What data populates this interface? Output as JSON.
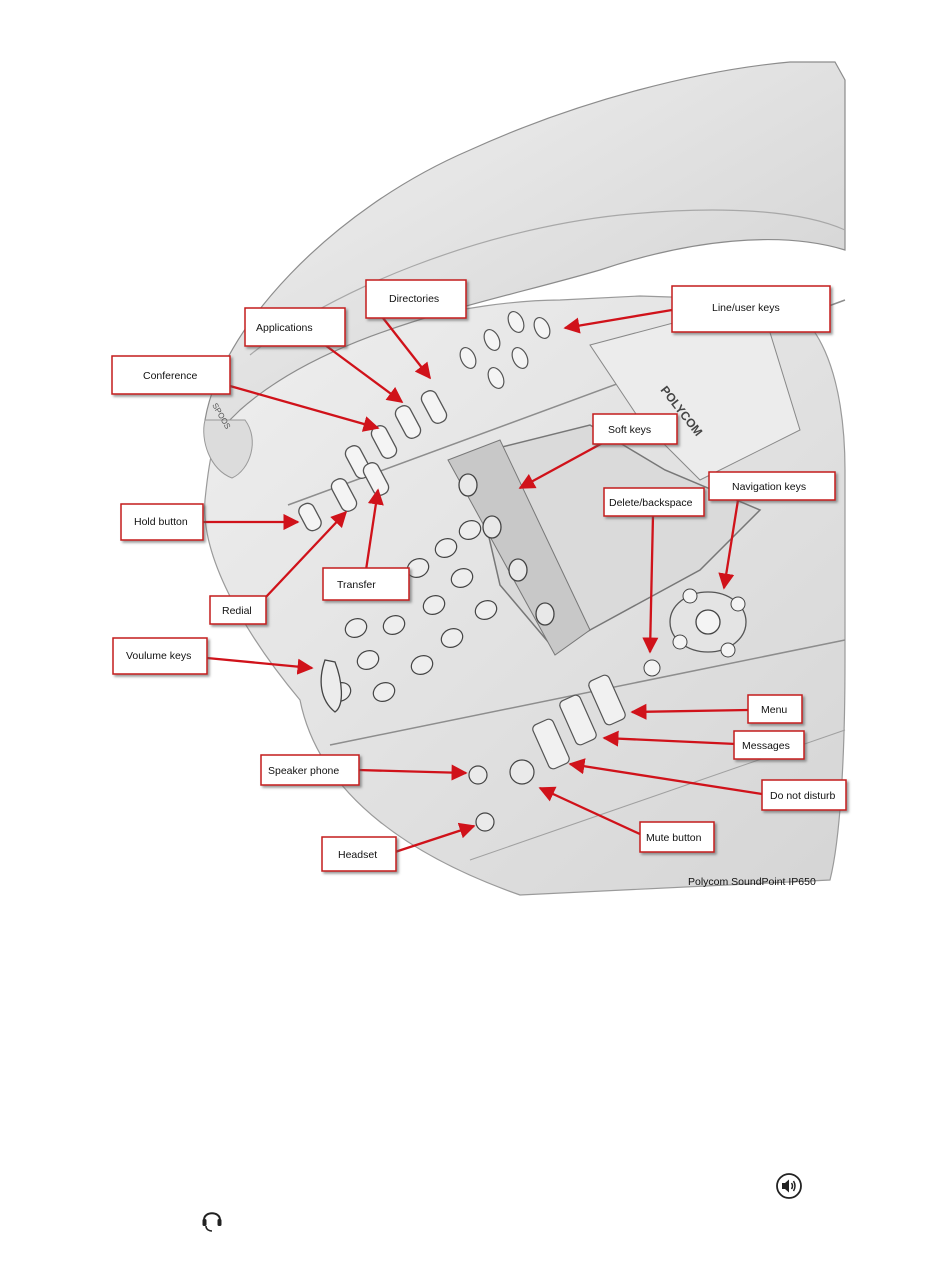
{
  "labels": {
    "directories": "Directories",
    "applications": "Applications",
    "conference": "Conference",
    "line_user_keys": "Line/user keys",
    "soft_keys": "Soft keys",
    "navigation_keys": "Navigation keys",
    "delete_backspace": "Delete/backspace",
    "hold_button": "Hold button",
    "transfer": "Transfer",
    "redial": "Redial",
    "volume_keys": "Voulume keys",
    "menu": "Menu",
    "messages": "Messages",
    "speaker_phone": "Speaker phone",
    "do_not_disturb": "Do not disturb",
    "mute_button": "Mute button",
    "headset": "Headset"
  },
  "phone": {
    "brand": "POLYCOM",
    "side_badge": "SPOOS"
  },
  "caption": "Polycom SoundPoint IP650",
  "icons": {
    "speaker": "speaker-icon",
    "headset": "headset-icon"
  },
  "colors": {
    "arrow": "#d0121a",
    "box_border": "#c41a1a",
    "phone_body": "#e2e2e2",
    "phone_shadow": "#b9b9b9"
  }
}
